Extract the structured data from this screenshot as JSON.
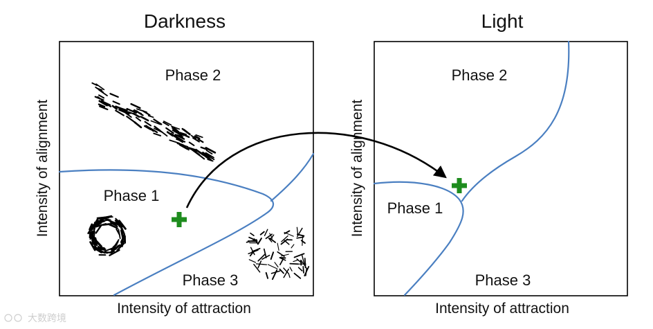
{
  "colors": {
    "boundary": "#4a7fc1",
    "marker": "#1e8c1e",
    "arrow": "#000000",
    "swarm": "#000000",
    "watermark": "#c9c9c9"
  },
  "panels": [
    {
      "title": "Darkness",
      "xlabel": "Intensity of attraction",
      "ylabel": "Intensity of alignment",
      "phases": [
        "Phase 2",
        "Phase 1",
        "Phase 3"
      ]
    },
    {
      "title": "Light",
      "xlabel": "Intensity of attraction",
      "ylabel": "Intensity of alignment",
      "phases": [
        "Phase 2",
        "Phase 1",
        "Phase 3"
      ]
    }
  ],
  "icons": {
    "marker": "plus-icon",
    "arrow": "curved-arrow",
    "aligned_school": "aligned-school-icon",
    "milling_ring": "milling-ring-icon",
    "disordered_swarm": "disordered-swarm-icon"
  },
  "watermark": {
    "text": "大数跨境"
  }
}
